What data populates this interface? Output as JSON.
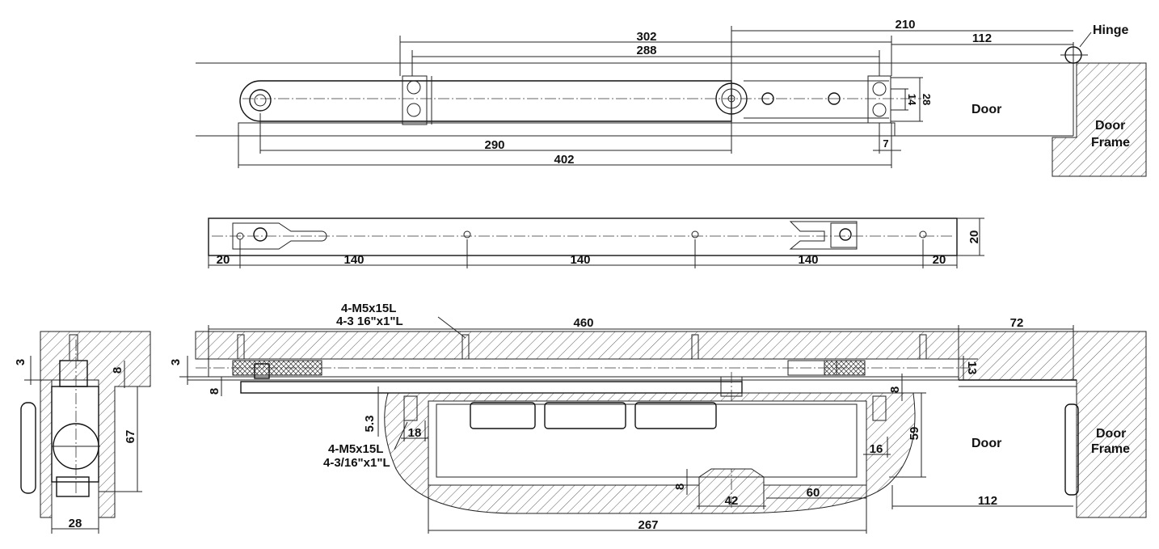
{
  "labels": {
    "hinge": "Hinge",
    "door_top": "Door",
    "door_frame_top_1": "Door",
    "door_frame_top_2": "Frame",
    "door_bottom": "Door",
    "door_frame_bottom_1": "Door",
    "door_frame_bottom_2": "Frame"
  },
  "top_view": {
    "d302": "302",
    "d288": "288",
    "d210": "210",
    "d112": "112",
    "d14": "14",
    "d28": "28",
    "d7": "7",
    "d290": "290",
    "d402": "402"
  },
  "rail_view": {
    "d20_left": "20",
    "d140_a": "140",
    "d140_b": "140",
    "d140_c": "140",
    "d20_right": "20",
    "d20_height": "20"
  },
  "section_view": {
    "screw_top_1": "4-M5x15L",
    "screw_top_2": "4-3  16\"x1\"L",
    "d460": "460",
    "d72": "72",
    "d3": "3",
    "d13": "13",
    "d8_left": "8",
    "d5_3": "5.3",
    "d18": "18",
    "d8_right": "8",
    "d59": "59",
    "d16": "16",
    "screw_bot_1": "4-M5x15L",
    "screw_bot_2": "4-3/16\"x1\"L",
    "d8_bottom": "8",
    "d42": "42",
    "d60": "60",
    "d112": "112",
    "d267": "267"
  },
  "side_view": {
    "d3": "3",
    "d8": "8",
    "d67": "67",
    "d28": "28"
  }
}
